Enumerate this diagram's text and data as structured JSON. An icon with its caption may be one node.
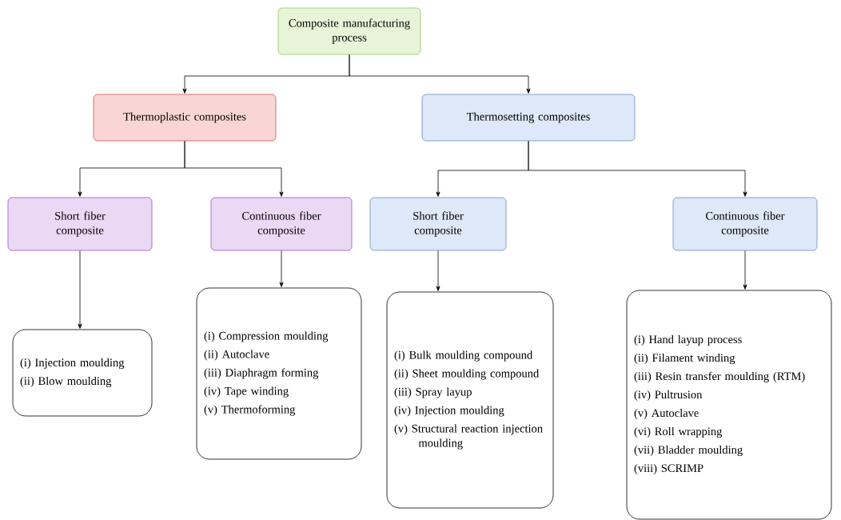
{
  "diagram": {
    "nodes": [
      {
        "text": [
          "Composite manufacturing process"
        ]
      },
      {
        "text": [
          "Thermoplastic composites"
        ]
      },
      {
        "text": [
          "Thermosetting composites"
        ]
      },
      {
        "text": [
          "Short fiber composite"
        ]
      },
      {
        "text": [
          "Continuous fiber composite"
        ]
      },
      {
        "text": [
          "Short fiber composite"
        ]
      },
      {
        "text": [
          "Continuous fiber composite"
        ]
      },
      {
        "text": [
          "(i) Injection moulding",
          "(ii) Blow moulding"
        ]
      },
      {
        "text": [
          "(i) Compression moulding",
          "(ii) Autoclave",
          "(iii) Diaphragm forming",
          "(iv) Tape winding",
          "(v) Thermoforming"
        ]
      },
      {
        "text": [
          "(i) Bulk moulding compound",
          "(ii) Sheet moulding compound",
          "(iii) Spray layup",
          "(iv) Injection moulding",
          "(v) Structural reaction injection moulding"
        ]
      },
      {
        "text": [
          "(i) Hand layup process",
          "(ii) Filament winding",
          "(iii) Resin transfer moulding (RTM)",
          "(iv) Pultrusion",
          "(v) Autoclave",
          "(vi) Roll wrapping",
          "(vii) Bladder moulding",
          "(viii) SCRIMP"
        ]
      }
    ],
    "edges": [
      {
        "from": 0,
        "to": 1,
        "arrow": "to"
      },
      {
        "from": 0,
        "to": 2,
        "arrow": "to"
      },
      {
        "from": 1,
        "to": 3,
        "arrow": "to"
      },
      {
        "from": 1,
        "to": 4,
        "arrow": "to"
      },
      {
        "from": 2,
        "to": 5,
        "arrow": "to"
      },
      {
        "from": 2,
        "to": 6,
        "arrow": "to"
      },
      {
        "from": 3,
        "to": 7,
        "arrow": "to"
      },
      {
        "from": 4,
        "to": 8,
        "arrow": "to"
      },
      {
        "from": 5,
        "to": 9,
        "arrow": "to"
      },
      {
        "from": 6,
        "to": 10,
        "arrow": "to"
      }
    ]
  }
}
